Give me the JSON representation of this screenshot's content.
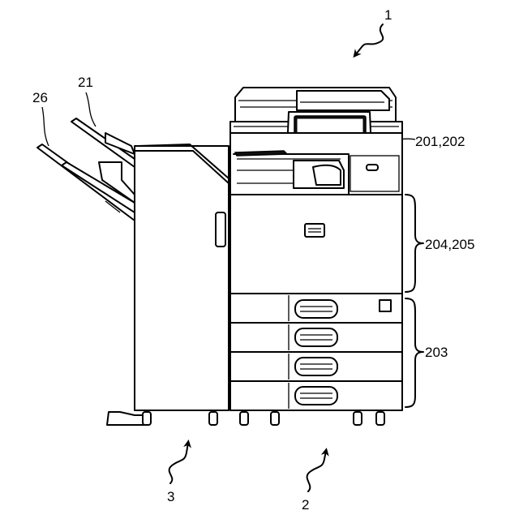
{
  "labels": {
    "system": "1",
    "main_body": "2",
    "finisher": "3",
    "operation_panel": "201,202",
    "printing_unit": "204,205",
    "paper_feed_unit": "203",
    "tray_upper": "21",
    "tray_lower": "26"
  },
  "icons": {
    "reference_arrow": "wavy-leader-arrow",
    "bracket": "curly-brace"
  },
  "colors": {
    "line": "#000000",
    "background": "#ffffff"
  }
}
